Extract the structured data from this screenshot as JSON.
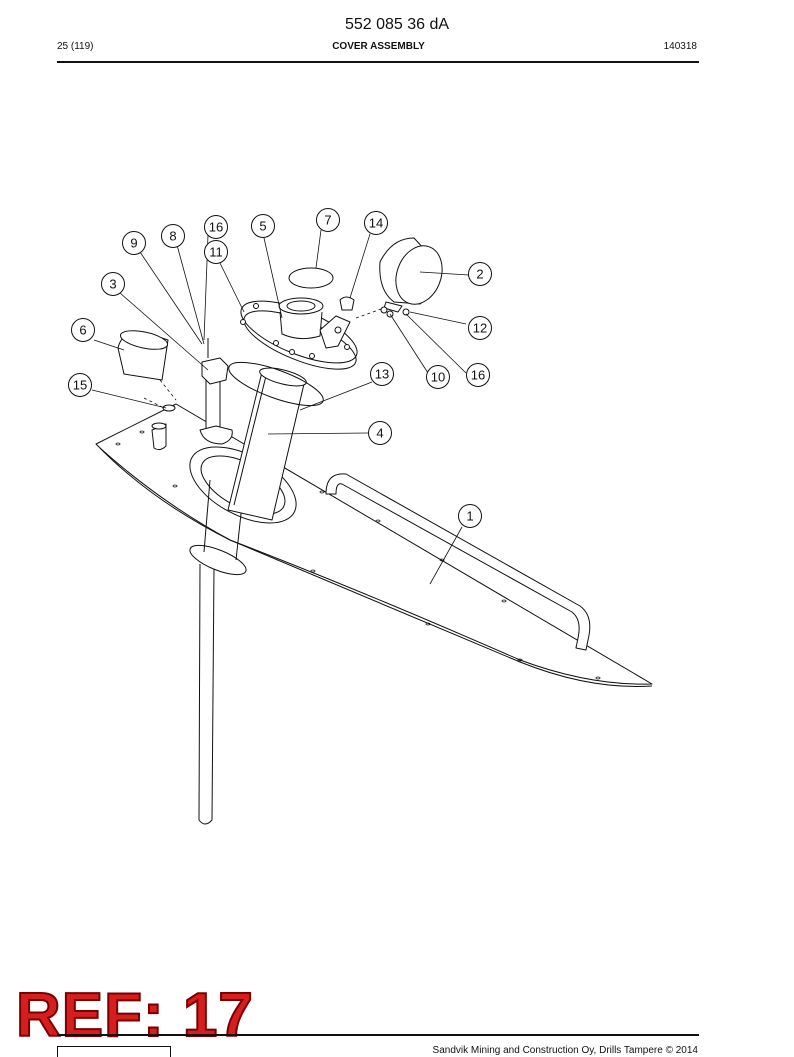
{
  "header": {
    "doc_number": "552 085 36 dA",
    "page_info": "25 (119)",
    "section_title": "COVER ASSEMBLY",
    "date": "140318"
  },
  "callouts": [
    "1",
    "2",
    "3",
    "4",
    "5",
    "6",
    "7",
    "8",
    "9",
    "10",
    "11",
    "12",
    "13",
    "14",
    "15",
    "16",
    "16"
  ],
  "stamp": {
    "text": "REF: 17"
  },
  "footer": {
    "copyright": "Sandvik Mining and Construction Oy, Drills Tampere © 2014"
  },
  "colors": {
    "stamp_fill": "#d71e1e",
    "stamp_outline": "#7a0000",
    "line": "#111111"
  }
}
